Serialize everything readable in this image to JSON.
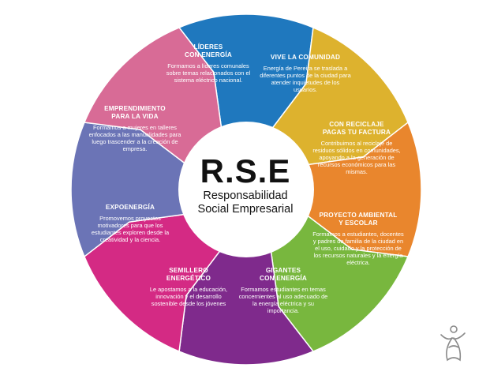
{
  "center": {
    "title": "R.S.E",
    "subtitle_line1": "Responsabilidad",
    "subtitle_line2": "Social Empresarial"
  },
  "segments": [
    {
      "id": "lideres",
      "color": "#1f78be",
      "title_lines": [
        "LÍDERES",
        "CON ENERGÍA"
      ],
      "description": "Formamos a líderes comunales sobre temas relacionados con el sistema eléctrico nacional."
    },
    {
      "id": "vive",
      "color": "#ddb22e",
      "title_lines": [
        "VIVE LA COMUNIDAD"
      ],
      "description": "Energía de Pereira se traslada a diferentes puntos de la ciudad para atender inquietudes de los usuarios."
    },
    {
      "id": "reciclaje",
      "color": "#e9862d",
      "title_lines": [
        "CON RECICLAJE",
        "PAGAS TU FACTURA"
      ],
      "description": "Contribuimos al reciclaje de residuos sólidos en comunidades, apoyando a la generación de recursos económicos para las mismas."
    },
    {
      "id": "ambiental",
      "color": "#78b73e",
      "title_lines": [
        "PROYECTO AMBIENTAL",
        "Y ESCOLAR"
      ],
      "description": "Formamos a estudiantes, docentes y padres de familia de la ciudad en el uso, cuidado y la protección de los recursos naturales y la energía eléctrica."
    },
    {
      "id": "gigantes",
      "color": "#7f2a8c",
      "title_lines": [
        "GIGANTES",
        "CON ENERGÍA"
      ],
      "description": "Formamos estudiantes en temas concernientes al uso adecuado de la energía eléctrica y su importancia."
    },
    {
      "id": "semillero",
      "color": "#d42a84",
      "title_lines": [
        "SEMILLERO",
        "ENERGÉTICO"
      ],
      "description": "Le apostamos a la educación, innovación y el desarrollo sostenible desde los jóvenes"
    },
    {
      "id": "expoenergia",
      "color": "#6b74b6",
      "title_lines": [
        "EXPOENERGÍA"
      ],
      "description": "Promovemos proyectos motivadores para que los estudiantes exploren desde la creatividad y la ciencia."
    },
    {
      "id": "emprendimiento",
      "color": "#d86b96",
      "title_lines": [
        "EMPRENDIMIENTO",
        "PARA LA VIDA"
      ],
      "description": "Formamos a mujeres en talleres enfocados a las manualidades para luego trascender a la creación de empresa."
    }
  ],
  "logo": {
    "icon": "angel-logo-icon",
    "color": "#8a8a8a"
  }
}
